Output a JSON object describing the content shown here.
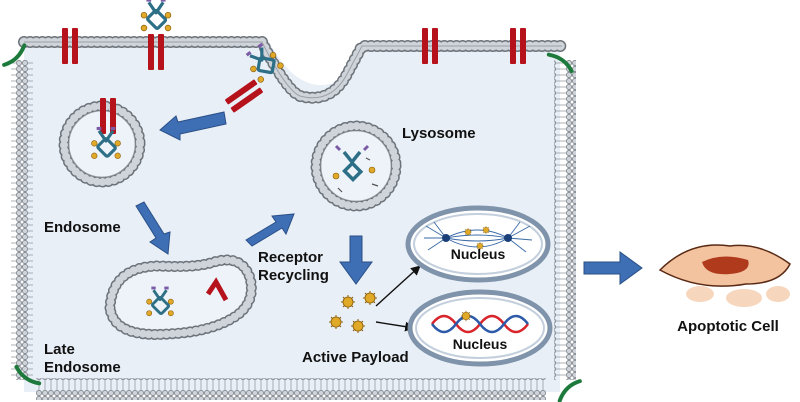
{
  "labels": {
    "endosome": "Endosome",
    "late_endosome_line1": "Late",
    "late_endosome_line2": "Endosome",
    "lysosome": "Lysosome",
    "receptor_recycling_line1": "Receptor",
    "receptor_recycling_line2": "Recycling",
    "active_payload": "Active Payload",
    "nucleus_top": "Nucleus",
    "nucleus_bottom": "Nucleus",
    "apoptotic_cell": "Apoptotic Cell"
  },
  "colors": {
    "cytoplasm": "#e9eff7",
    "membrane_head": "#cfd4da",
    "receptor": "#b5121b",
    "antibody": "#2d6f86",
    "linker": "#7b5aa6",
    "payload": "#e0a928",
    "process_arrow": "#3e6fb4",
    "nucleus_fill": "#ffffff",
    "nucleus_ring": "#7f93aa",
    "dna_red": "#d9262c",
    "dna_blue": "#2e5aa8",
    "junction": "#1e7a3c",
    "apoptotic_outer": "#f3c3a0",
    "apoptotic_inner": "#b03a1c"
  },
  "icons": [
    "receptor-icon",
    "antibody-drug-conjugate-icon",
    "payload-icon",
    "chromosome-icon",
    "dna-helix-icon",
    "apoptotic-cell-icon"
  ]
}
